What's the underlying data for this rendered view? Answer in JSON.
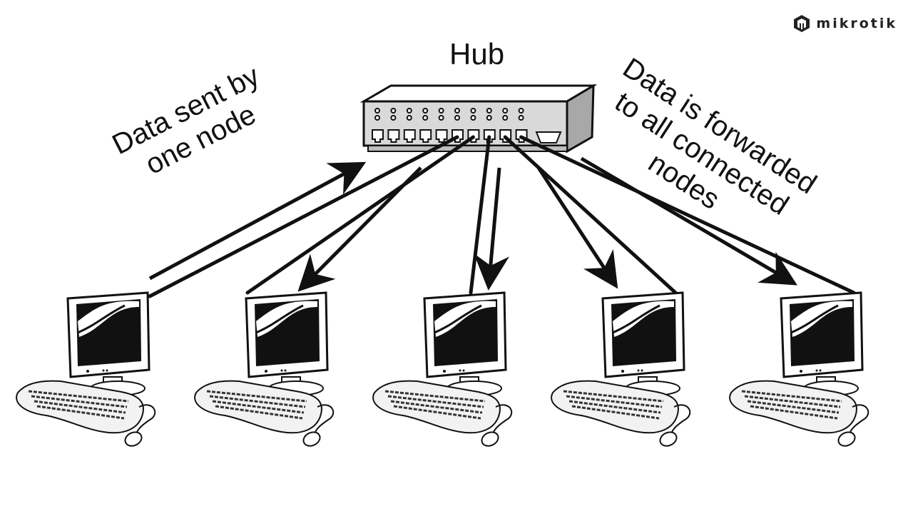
{
  "brand": {
    "name": "mikrotik",
    "icon": "mikrotik-logo-icon"
  },
  "diagram": {
    "title": "Hub",
    "hub": {
      "label": "Hub",
      "port_count": 10,
      "led_rows": 2,
      "has_uplink_port": true
    },
    "left_annotation": {
      "lines": [
        "Data sent by",
        "one node"
      ]
    },
    "right_annotation": {
      "lines": [
        "Data is forwarded",
        "to all connected",
        "nodes"
      ]
    },
    "nodes": [
      {
        "id": "node-1",
        "role": "sender",
        "arrow": "to-hub"
      },
      {
        "id": "node-2",
        "role": "receiver",
        "arrow": "from-hub"
      },
      {
        "id": "node-3",
        "role": "receiver",
        "arrow": "from-hub"
      },
      {
        "id": "node-4",
        "role": "receiver",
        "arrow": "from-hub"
      },
      {
        "id": "node-5",
        "role": "receiver",
        "arrow": "from-hub"
      }
    ],
    "colors": {
      "line": "#111111",
      "hub_face": "#d9d9d9",
      "hub_side": "#a8a8a8",
      "hub_top": "#ffffff",
      "screen": "#111111"
    }
  }
}
